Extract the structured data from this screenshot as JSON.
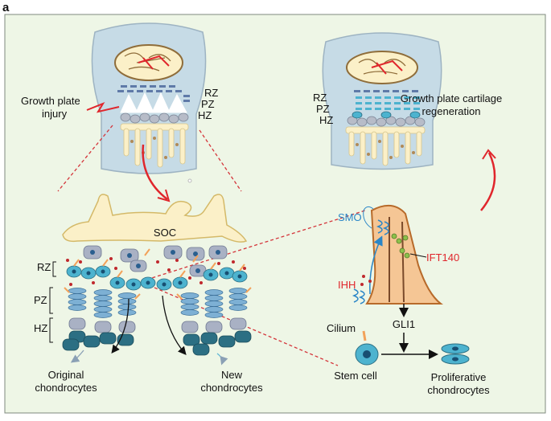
{
  "panel_letter": "a",
  "top_left": {
    "zone_labels": [
      "RZ",
      "PZ",
      "HZ"
    ],
    "injury_label_line1": "Growth plate",
    "injury_label_line2": "injury"
  },
  "top_right": {
    "zone_labels": [
      "RZ",
      "PZ",
      "HZ"
    ],
    "regen_label_line1": "Growth plate cartilage",
    "regen_label_line2": "regeneration"
  },
  "zoom": {
    "soc_label": "SOC",
    "zone_labels": [
      "RZ",
      "PZ",
      "HZ"
    ],
    "original_line1": "Original",
    "original_line2": "chondrocytes",
    "new_line1": "New",
    "new_line2": "chondrocytes"
  },
  "pathway": {
    "smo": "SMO",
    "ift140": "IFT140",
    "ihh": "IHH",
    "gli1": "GLI1",
    "cilium": "Cilium",
    "stem_cell": "Stem cell",
    "prolif_line1": "Proliferative",
    "prolif_line2": "chondrocytes"
  },
  "colors": {
    "panel_bg": "#eef6e6",
    "bone_bg": "#c6dbe6",
    "marrow": "#fbf0c8",
    "cell_teal": "#4db3cf",
    "cell_dark": "#2c6f83",
    "cell_grey": "#a9b1c4",
    "red": "#e0262c",
    "cilium_orange": "#f2a25a",
    "smo_blue": "#2a86c7"
  }
}
